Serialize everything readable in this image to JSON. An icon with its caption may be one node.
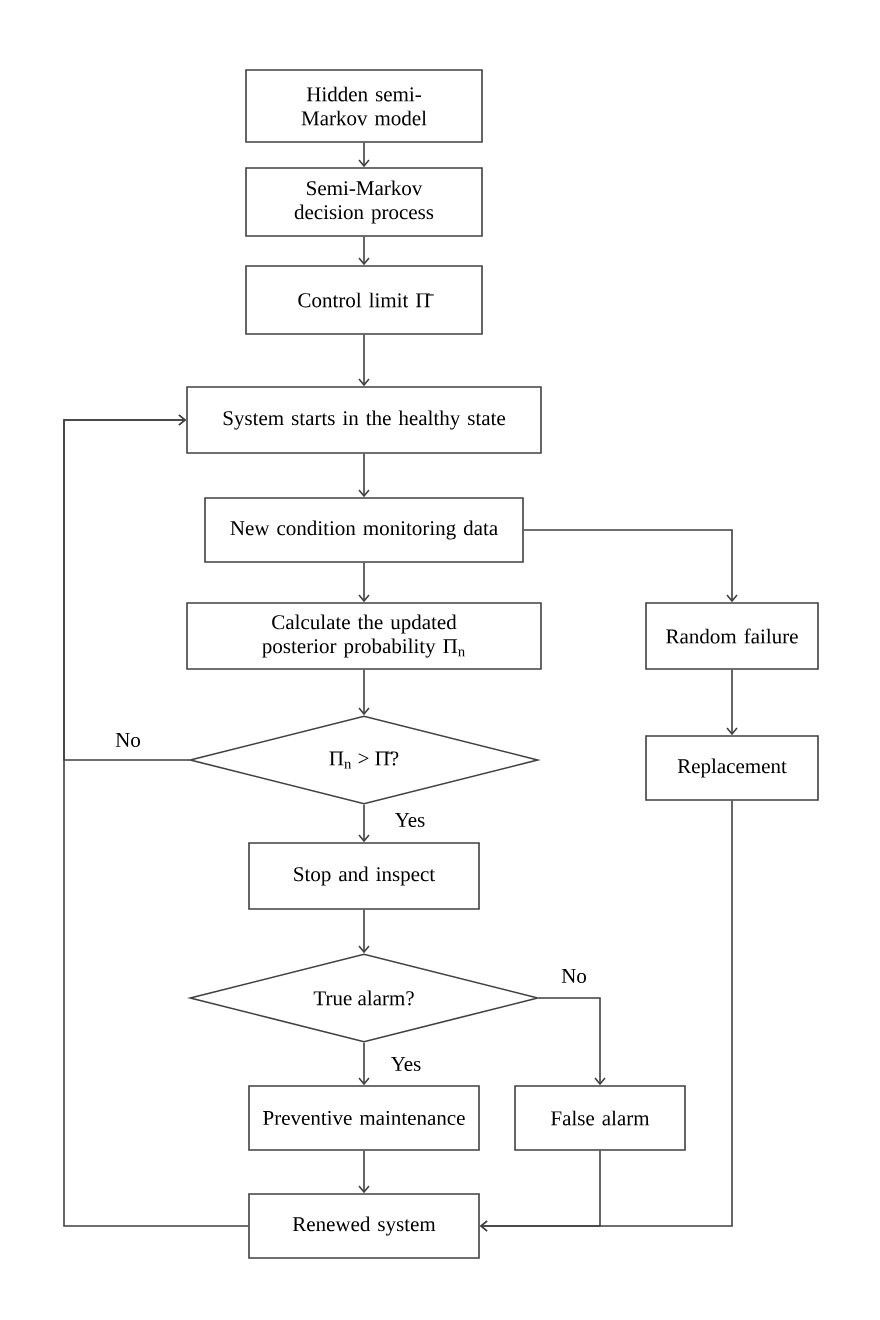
{
  "diagram": {
    "nodes": [
      {
        "text": [
          "Hidden semi-Markov model"
        ]
      },
      {
        "text": [
          "Semi-Markov decision process"
        ]
      },
      {
        "text": [
          "Control limit Π̄"
        ]
      },
      {
        "text": [
          "System starts in the healthy state"
        ]
      },
      {
        "text": [
          "New condition monitoring data"
        ]
      },
      {
        "text": [
          "Calculate the updated posterior probability Π$_{n}$"
        ]
      },
      {
        "text": [
          "Random failure"
        ]
      },
      {
        "text": [
          "Π$_{n}$ > Π̄?"
        ]
      },
      {
        "text": [
          "Replacement"
        ]
      },
      {
        "text": [
          "Stop and inspect"
        ]
      },
      {
        "text": [
          "True alarm?"
        ]
      },
      {
        "text": [
          "Preventive maintenance"
        ]
      },
      {
        "text": [
          "False alarm"
        ]
      },
      {
        "text": [
          "Renewed system"
        ]
      }
    ],
    "edges": [
      {
        "from": 0,
        "to": 1,
        "arrow": "to"
      },
      {
        "from": 1,
        "to": 2,
        "arrow": "to"
      },
      {
        "from": 2,
        "to": 3,
        "arrow": "to"
      },
      {
        "from": 3,
        "to": 4,
        "arrow": "to"
      },
      {
        "from": 4,
        "to": 5,
        "arrow": "to"
      },
      {
        "from": 4,
        "to": 6,
        "arrow": "to"
      },
      {
        "from": 5,
        "to": 7,
        "arrow": "to"
      },
      {
        "from": 7,
        "to": 9,
        "arrow": "to",
        "label": "Yes"
      },
      {
        "from": 7,
        "to": 3,
        "arrow": "to",
        "label": "No"
      },
      {
        "from": 6,
        "to": 8,
        "arrow": "to"
      },
      {
        "from": 9,
        "to": 10,
        "arrow": "to"
      },
      {
        "from": 10,
        "to": 11,
        "arrow": "to",
        "label": "Yes"
      },
      {
        "from": 10,
        "to": 12,
        "arrow": "to",
        "label": "No"
      },
      {
        "from": 11,
        "to": 13,
        "arrow": "to"
      },
      {
        "from": 12,
        "to": 13,
        "arrow": "to"
      },
      {
        "from": 8,
        "to": 13,
        "arrow": "to"
      },
      {
        "from": 13,
        "to": 3,
        "arrow": "to"
      }
    ]
  }
}
